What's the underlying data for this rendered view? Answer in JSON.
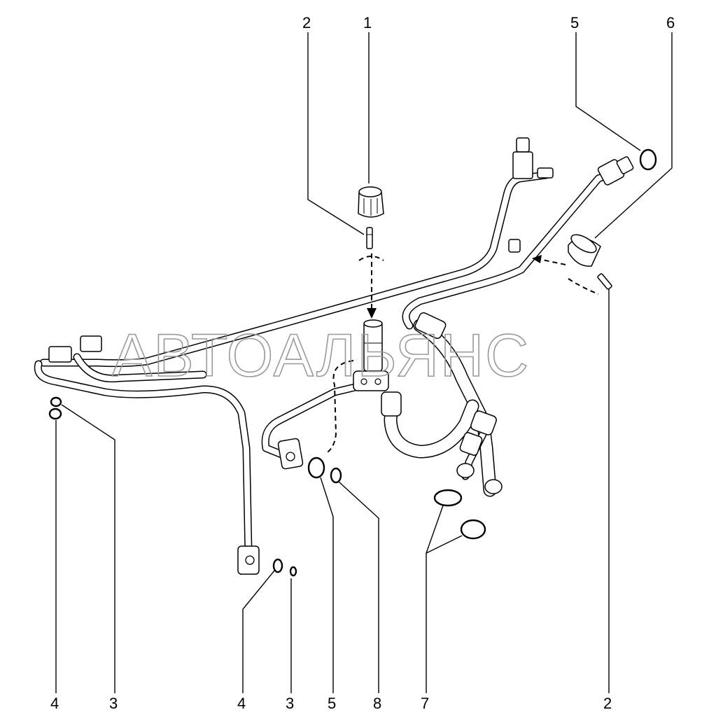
{
  "watermark": "АВТОАЛЬЯНС",
  "callouts_top": [
    {
      "id": "top-2",
      "label": "2"
    },
    {
      "id": "top-1",
      "label": "1"
    },
    {
      "id": "top-5",
      "label": "5"
    },
    {
      "id": "top-6",
      "label": "6"
    }
  ],
  "callouts_bottom": [
    {
      "id": "bottom-4a",
      "label": "4"
    },
    {
      "id": "bottom-3a",
      "label": "3"
    },
    {
      "id": "bottom-4b",
      "label": "4"
    },
    {
      "id": "bottom-3b",
      "label": "3"
    },
    {
      "id": "bottom-5",
      "label": "5"
    },
    {
      "id": "bottom-8",
      "label": "8"
    },
    {
      "id": "bottom-7",
      "label": "7"
    },
    {
      "id": "bottom-2",
      "label": "2"
    }
  ],
  "colors": {
    "line": "#000000",
    "watermark": "#9a9a9a",
    "background": "#ffffff"
  }
}
